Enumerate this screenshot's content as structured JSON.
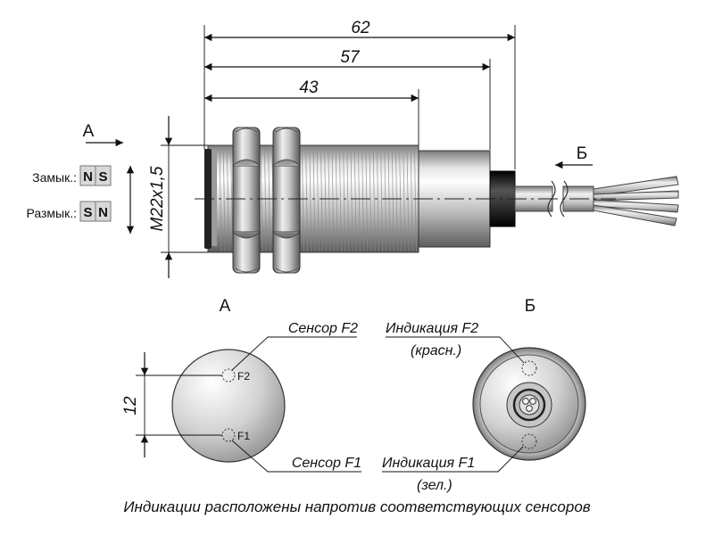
{
  "dimensions": {
    "d62": "62",
    "d57": "57",
    "d43": "43",
    "thread": "M22x1,5",
    "spacing": "12"
  },
  "views": {
    "a": "А",
    "b": "Б"
  },
  "modes": {
    "closed": {
      "label": "Замык.:",
      "left": "N",
      "right": "S"
    },
    "open": {
      "label": "Размык.:",
      "left": "S",
      "right": "N"
    }
  },
  "view_a": {
    "sensor_f2": "Сенсор F2",
    "sensor_f1": "Сенсор F1",
    "mark_f2": "F2",
    "mark_f1": "F1"
  },
  "view_b": {
    "ind_f2": "Индикация F2",
    "ind_f2_color": "(красн.)",
    "ind_f1": "Индикация F1",
    "ind_f1_color": "(зел.)"
  },
  "caption": "Индикации расположены напротив соответствующих сенсоров"
}
